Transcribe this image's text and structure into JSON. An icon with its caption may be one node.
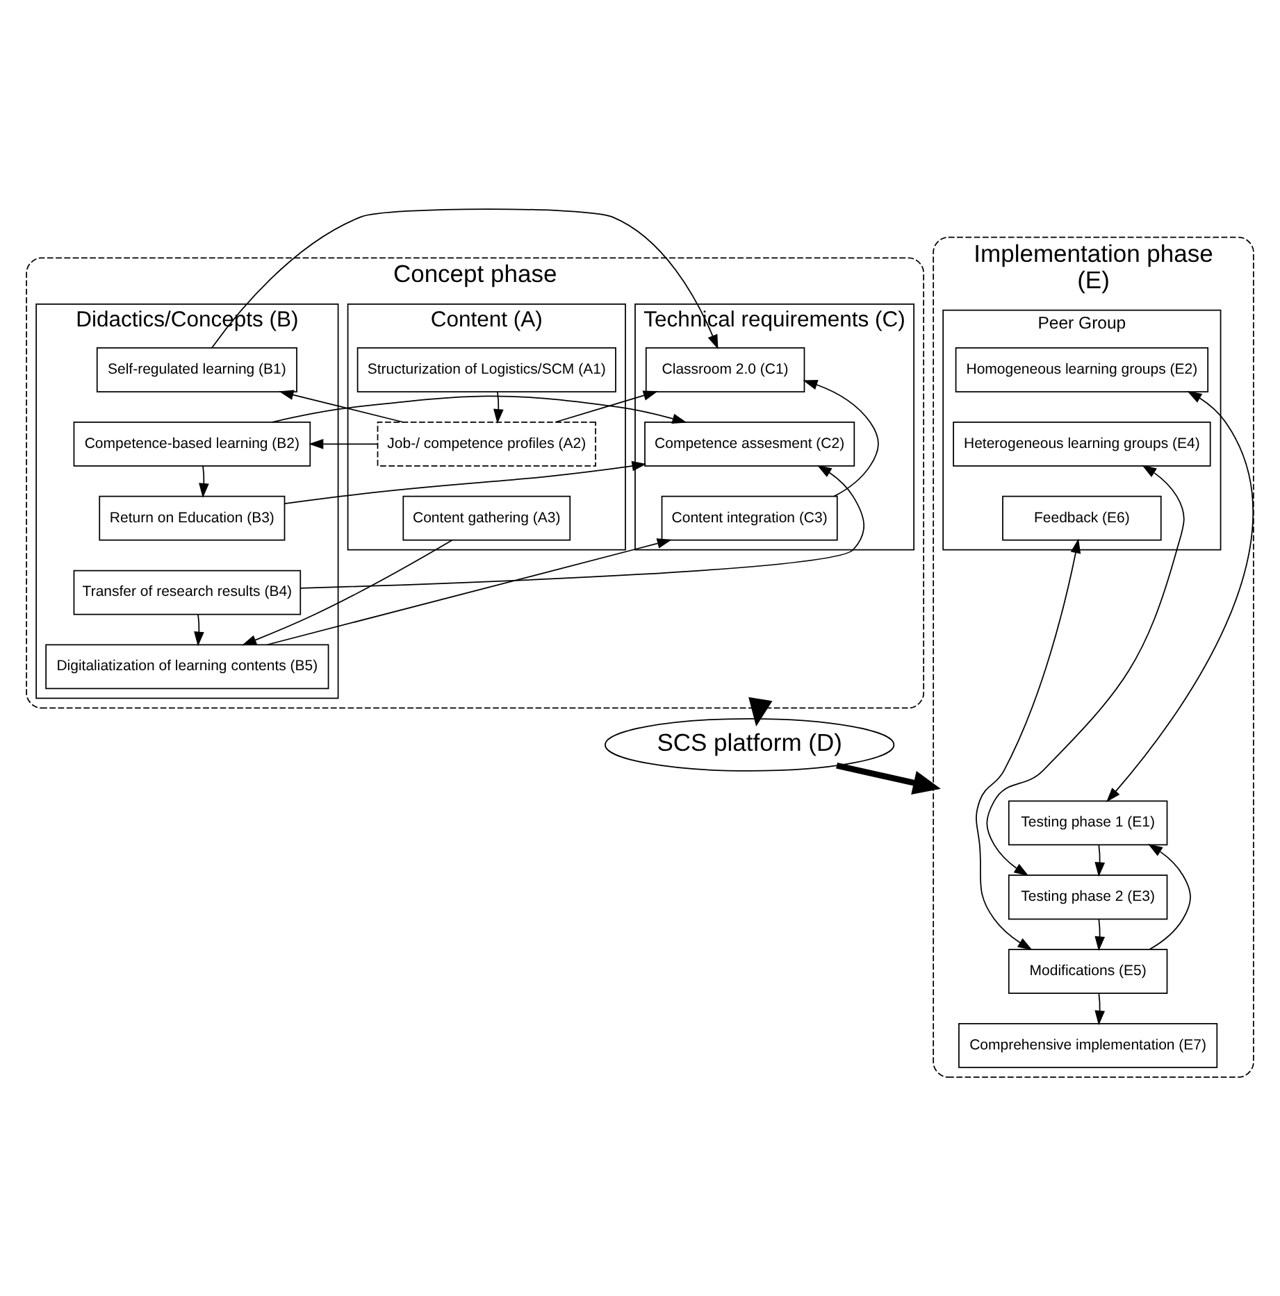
{
  "diagram": {
    "nodes": [
      {
        "text": [
          "Concept phase"
        ]
      },
      {
        "text": [
          "Content (A)"
        ],
        "in": 0
      },
      {
        "text": [
          "Structurization of Logistics/SCM (A1)"
        ],
        "in": 1
      },
      {
        "text": [
          "Job-/ competence profiles (A2)"
        ],
        "in": 1
      },
      {
        "text": [
          "Content gathering (A3)"
        ],
        "in": 1
      },
      {
        "text": [
          "Didactics/Concepts (B)"
        ],
        "in": 0
      },
      {
        "text": [
          "Self-regulated learning (B1)"
        ],
        "in": 5
      },
      {
        "text": [
          "Competence-based learning (B2)"
        ],
        "in": 5
      },
      {
        "text": [
          "Return on Education (B3)"
        ],
        "in": 5
      },
      {
        "text": [
          "Transfer of research results (B4)"
        ],
        "in": 5
      },
      {
        "text": [
          "Digitaliatization of learning contents (B5)"
        ],
        "in": 5
      },
      {
        "text": [
          "Technical requirements (C)"
        ],
        "in": 0
      },
      {
        "text": [
          "Classroom 2.0 (C1)"
        ],
        "in": 11
      },
      {
        "text": [
          "Competence assesment (C2)"
        ],
        "in": 11
      },
      {
        "text": [
          "Content integration (C3)"
        ],
        "in": 11
      },
      {
        "text": [
          "SCS platform (D)"
        ]
      },
      {
        "text": [
          "Implementation phase",
          "(E)"
        ]
      },
      {
        "text": [
          "Testing phase 1 (E1)"
        ],
        "in": 16
      },
      {
        "text": [
          "Peer Group"
        ],
        "in": 16
      },
      {
        "text": [
          "Homogeneous learning groups (E2)"
        ],
        "in": 18
      },
      {
        "text": [
          "Testing phase 2 (E3)"
        ],
        "in": 16
      },
      {
        "text": [
          "Heterogeneous learning groups (E4)"
        ],
        "in": 18
      },
      {
        "text": [
          "Modifications (E5)"
        ],
        "in": 16
      },
      {
        "text": [
          "Feedback (E6)"
        ],
        "in": 18
      },
      {
        "text": [
          "Comprehensive implementation (E7)"
        ],
        "in": 16
      }
    ],
    "edges": [
      {
        "from": 2,
        "to": 3,
        "arrow": "to"
      },
      {
        "from": 3,
        "to": 7,
        "arrow": "to"
      },
      {
        "from": 3,
        "to": 6,
        "arrow": "to"
      },
      {
        "from": 3,
        "to": 12,
        "arrow": "to"
      },
      {
        "from": 6,
        "to": 12,
        "arrow": "to"
      },
      {
        "from": 7,
        "to": 13,
        "arrow": "to"
      },
      {
        "from": 7,
        "to": 8,
        "arrow": "to"
      },
      {
        "from": 8,
        "to": 13,
        "arrow": "to"
      },
      {
        "from": 9,
        "to": 13,
        "arrow": "to"
      },
      {
        "from": 9,
        "to": 10,
        "arrow": "to"
      },
      {
        "from": 4,
        "to": 10,
        "arrow": "to"
      },
      {
        "from": 10,
        "to": 14,
        "arrow": "to"
      },
      {
        "from": 14,
        "to": 12,
        "arrow": "to"
      },
      {
        "from": 0,
        "to": 15,
        "arrow": "to",
        "style": "thick"
      },
      {
        "from": 15,
        "to": 16,
        "arrow": "to",
        "style": "thick"
      },
      {
        "from": 17,
        "to": 20,
        "arrow": "to"
      },
      {
        "from": 20,
        "to": 22,
        "arrow": "to"
      },
      {
        "from": 22,
        "to": 24,
        "arrow": "to"
      },
      {
        "from": 22,
        "to": 17,
        "arrow": "to"
      },
      {
        "from": 17,
        "to": 19,
        "arrow": "both"
      },
      {
        "from": 20,
        "to": 21,
        "arrow": "both"
      },
      {
        "from": 22,
        "to": 23,
        "arrow": "both"
      }
    ]
  }
}
